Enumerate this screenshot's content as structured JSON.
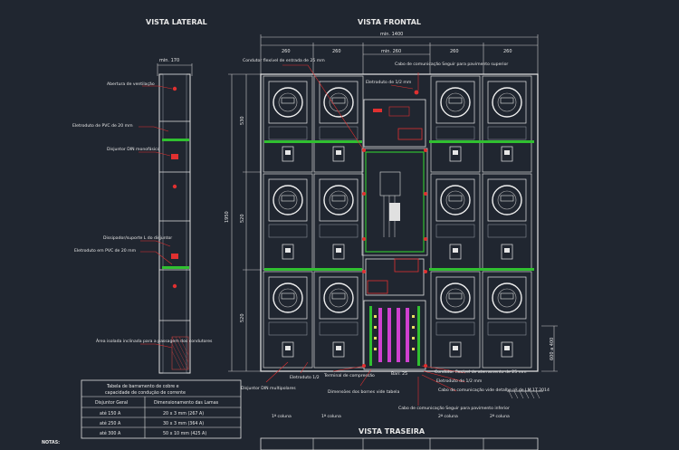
{
  "views": {
    "lateral": "VISTA LATERAL",
    "frontal": "VISTA FRONTAL",
    "traseira": "VISTA TRASEIRA"
  },
  "dimensions": {
    "top_total": "min. 1400",
    "top_cols": [
      "260",
      "260",
      "min. 260",
      "260",
      "260"
    ],
    "lateral_width": "min. 170",
    "left_total": "1950",
    "rows": [
      "530",
      "520",
      "520"
    ],
    "ground": "600 a 400"
  },
  "lateral_callouts": [
    "Abertura de ventilação",
    "Eletroduto de PVC de 20 mm",
    "Disjuntor DIN monofásico",
    "Dissipador/suporte L do disjuntor",
    "Eletroduto em PVC de 20 mm",
    "Área isolada inclinada para a passagem dos condutores"
  ],
  "frontal_callouts_top": [
    "Condutor flexível de entrada de 25 mm",
    "Cabo de comunicação Seguir para pavimento superior",
    "Eletroduto de 1/2 mm"
  ],
  "frontal_callouts_bottom": [
    "Eletroduto 1/2",
    "Disjuntor DIN multipolares",
    "Terminal de compressão",
    "Dimensões dos bornes vide tabela",
    "Condutor flexível de aterramento de 25 mm",
    "Eletroduto de 1/2 mm",
    "Cabo de comunicação vide detalhe nº de LM 1T 2014",
    "Cabo de comunicação Seguir para pavimento inferior",
    "Barr. 25"
  ],
  "table": {
    "title_line1": "Tabela de barramento de cobre e",
    "title_line2": "capacidade de condução de corrente",
    "headers": [
      "Disjuntor Geral",
      "Dimensionamento das Lamas"
    ],
    "rows": [
      [
        "até 150 A",
        "20 x 3 mm (267 A)"
      ],
      [
        "até 250 A",
        "30 x 3 mm (364 A)"
      ],
      [
        "até 300 A",
        "50 x 10 mm (425 A)"
      ]
    ]
  },
  "notes_label": "NOTAS:",
  "rear_columns": [
    "1ª coluna",
    "1ª coluna",
    "2ª coluna",
    "2ª coluna"
  ]
}
